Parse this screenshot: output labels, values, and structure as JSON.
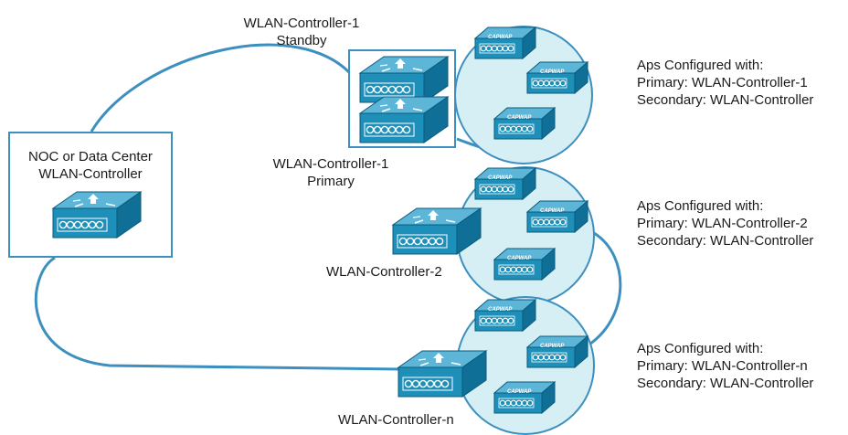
{
  "diagram": {
    "noc": {
      "line1": "NOC or Data Center",
      "line2": "WLAN-Controller"
    },
    "controller1_standby": {
      "name": "WLAN-Controller-1",
      "role": "Standby"
    },
    "controller1_primary": {
      "name": "WLAN-Controller-1",
      "role": "Primary"
    },
    "controller2": {
      "name": "WLAN-Controller-2"
    },
    "controllern": {
      "name": "WLAN-Controller-n"
    },
    "ap_label": "CAPWAP",
    "groups": [
      {
        "heading": "Aps Configured with:",
        "primary": "Primary: WLAN-Controller-1",
        "secondary": "Secondary: WLAN-Controller"
      },
      {
        "heading": "Aps Configured with:",
        "primary": "Primary: WLAN-Controller-2",
        "secondary": "Secondary: WLAN-Controller"
      },
      {
        "heading": "Aps Configured with:",
        "primary": "Primary: WLAN-Controller-n",
        "secondary": "Secondary: WLAN-Controller"
      }
    ],
    "colors": {
      "link": "#3d8fbf",
      "cloud_fill": "#d6eff4",
      "device_front": "#1d8fb9",
      "device_top": "#5db6d7",
      "device_side": "#0f6f96"
    }
  }
}
